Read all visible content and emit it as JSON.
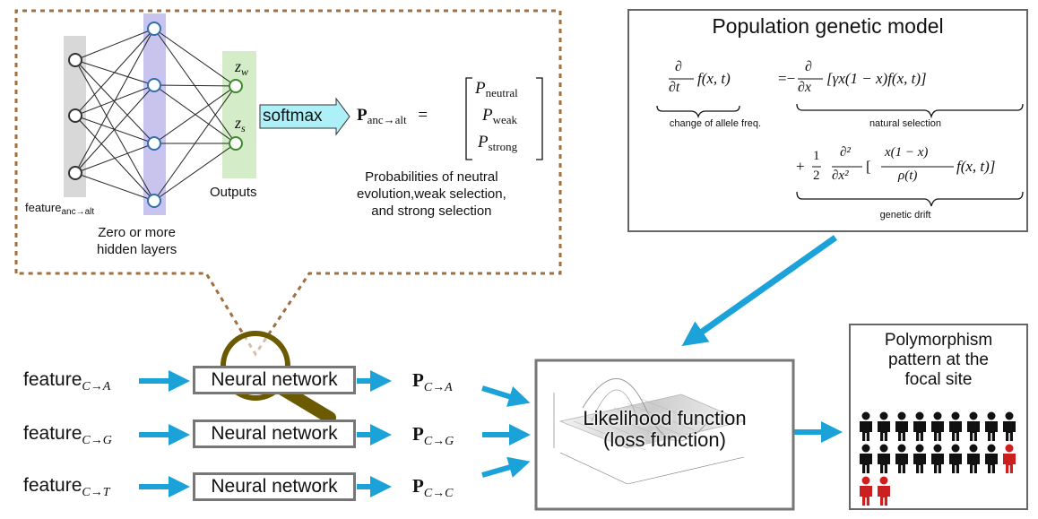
{
  "nn_inset": {
    "feature_label": "feature",
    "feature_sub": "anc→alt",
    "hidden_label_line1": "Zero or more",
    "hidden_label_line2": "hidden layers",
    "outputs_label": "Outputs",
    "zw": "z",
    "zw_sub": "w",
    "zs": "z",
    "zs_sub": "s",
    "softmax": "softmax",
    "p_symbol": "P",
    "p_sub": "anc→alt",
    "equals": "=",
    "p_neutral": "P",
    "p_neutral_sub": "neutral",
    "p_weak": "P",
    "p_weak_sub": "weak",
    "p_strong": "P",
    "p_strong_sub": "strong",
    "desc_line1": "Probabilities of neutral",
    "desc_line2": "evolution,weak selection,",
    "desc_line3": "and strong selection"
  },
  "pop_model": {
    "title": "Population genetic model",
    "brace1_label": "change of allele freq.",
    "brace2_label": "natural selection",
    "brace3_label": "genetic drift"
  },
  "pipeline": {
    "rows": [
      {
        "feature": "feature",
        "sub": "C→A",
        "nn": "Neural network",
        "p": "P",
        "p_sub": "C→A"
      },
      {
        "feature": "feature",
        "sub": "C→G",
        "nn": "Neural network",
        "p": "P",
        "p_sub": "C→G"
      },
      {
        "feature": "feature",
        "sub": "C→T",
        "nn": "Neural network",
        "p": "P",
        "p_sub": "C→C"
      }
    ],
    "likelihood_line1": "Likelihood function",
    "likelihood_line2": "(loss function)",
    "polymorphism_line1": "Polymorphism",
    "polymorphism_line2": "pattern at the",
    "polymorphism_line3": "focal site"
  },
  "colors": {
    "arrow": "#1ba3d9",
    "hidden_layer": "#c9c4ee",
    "output_layer": "#d4edc8",
    "input_layer": "#d8d8d8",
    "dashed_callout": "#a07040",
    "person_black": "#111111",
    "person_red": "#cc1f1f",
    "softmax_fill": "#aef0f8"
  }
}
